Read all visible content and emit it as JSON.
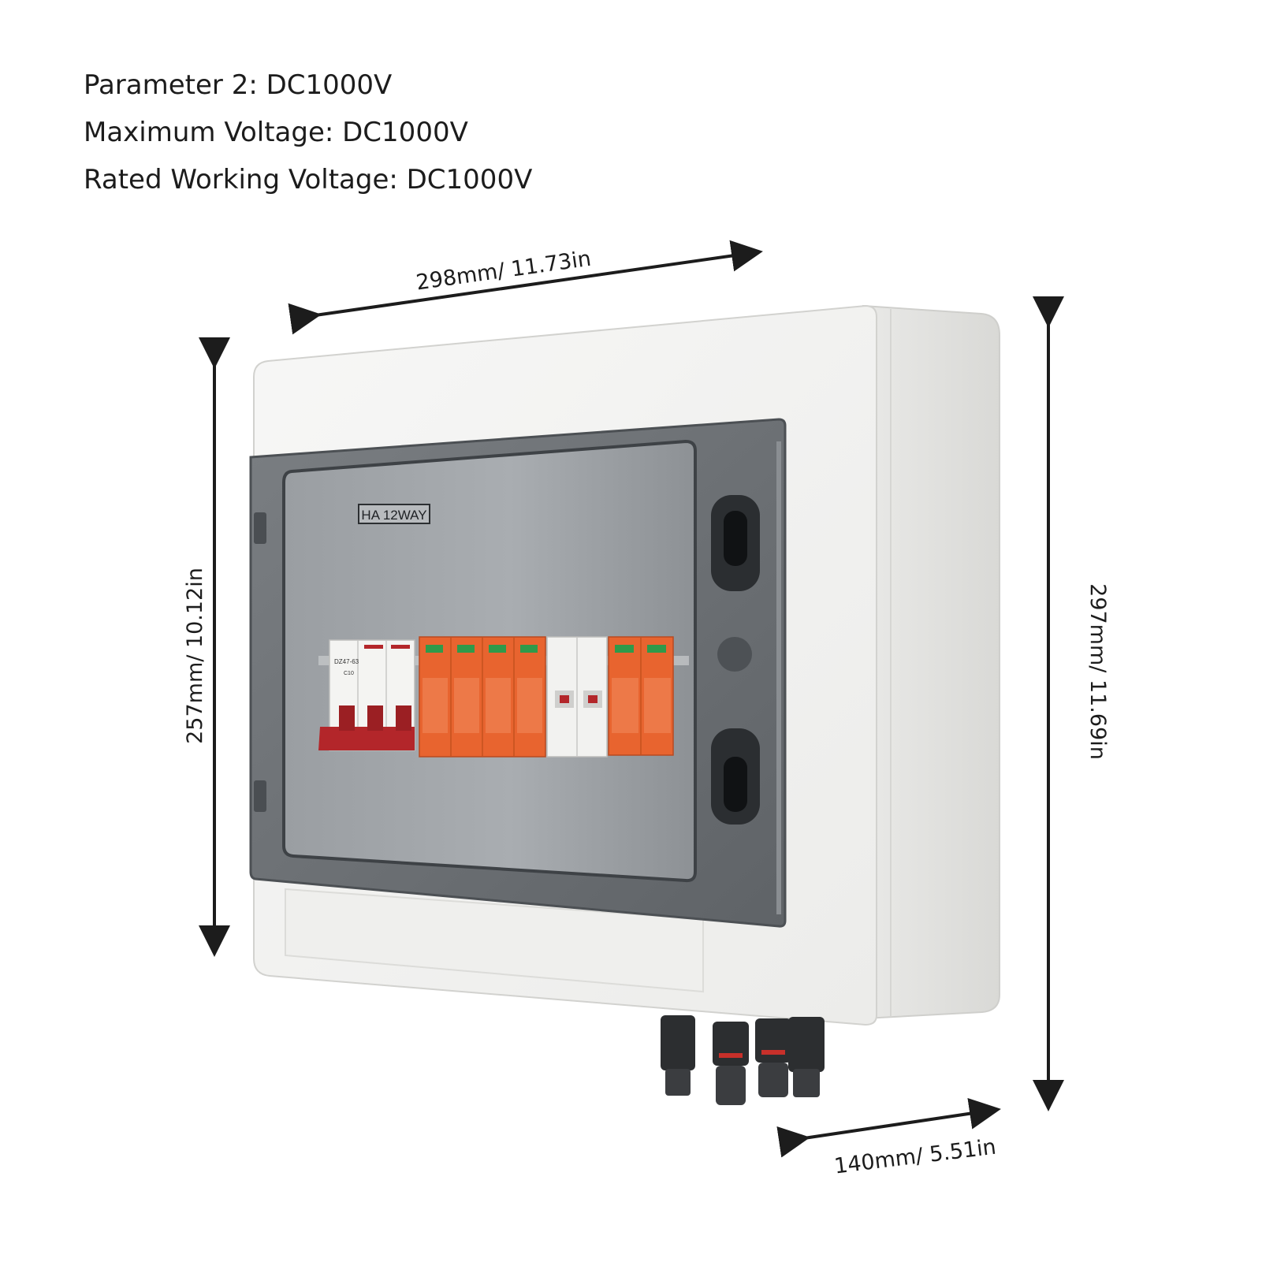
{
  "specs": [
    "Parameter 2: DC1000V",
    "Maximum Voltage: DC1000V",
    "Rated Working Voltage: DC1000V"
  ],
  "dimensions": {
    "width": "298mm/ 11.73in",
    "height_front": "257mm/ 10.12in",
    "height_total": "297mm/ 11.69in",
    "depth": "140mm/ 5.51in"
  },
  "box_label": "HA 12WAY",
  "colors": {
    "enclosure": "#f1f1f0",
    "smoked_cover": "#6c7074",
    "breaker_white": "#f4f4f2",
    "breaker_red": "#b3262a",
    "surge_orange": "#e8642f",
    "arrow": "#1c1c1c"
  }
}
